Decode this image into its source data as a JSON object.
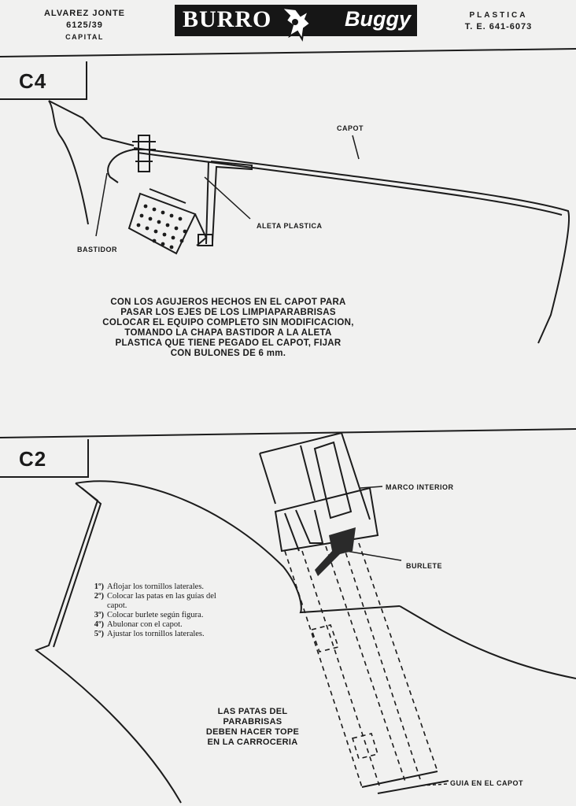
{
  "header": {
    "left_line1": "ALVAREZ JONTE",
    "left_line2": "6125/39",
    "left_line3": "CAPITAL",
    "logo_word1": "BURRO",
    "logo_word2": "Buggy",
    "right_line1": "PLASTICA",
    "right_line2": "T. E. 641-6073"
  },
  "section_c4": {
    "label": "C4",
    "callouts": {
      "capot": "CAPOT",
      "aleta_plastica": "ALETA PLASTICA",
      "bastidor": "BASTIDOR"
    },
    "instructions": [
      "CON LOS AGUJEROS HECHOS EN EL CAPOT PARA",
      "PASAR LOS EJES DE LOS LIMPIAPARABRISAS",
      "COLOCAR EL EQUIPO COMPLETO SIN MODIFICACION,",
      "TOMANDO LA CHAPA BASTIDOR A LA ALETA",
      "PLASTICA QUE TIENE PEGADO EL CAPOT, FIJAR",
      "CON BULONES DE 6 mm."
    ]
  },
  "section_c2": {
    "label": "C2",
    "callouts": {
      "marco_interior": "MARCO INTERIOR",
      "burlete": "BURLETE",
      "guia_en_el_capot": "GUIA EN EL CAPOT"
    },
    "steps": [
      {
        "num": "1º)",
        "text": "Aflojar los tornillos laterales."
      },
      {
        "num": "2º)",
        "text": "Colocar  las  patas en las guías del"
      },
      {
        "num": "",
        "text": "capot."
      },
      {
        "num": "3º)",
        "text": "Colocar burlete según figura."
      },
      {
        "num": "4º)",
        "text": "Abulonar con el capot."
      },
      {
        "num": "5º)",
        "text": "Ajustar los tornillos laterales."
      }
    ],
    "note": [
      "LAS PATAS DEL",
      "PARABRISAS",
      "DEBEN HACER TOPE",
      "EN LA CARROCERIA"
    ]
  }
}
